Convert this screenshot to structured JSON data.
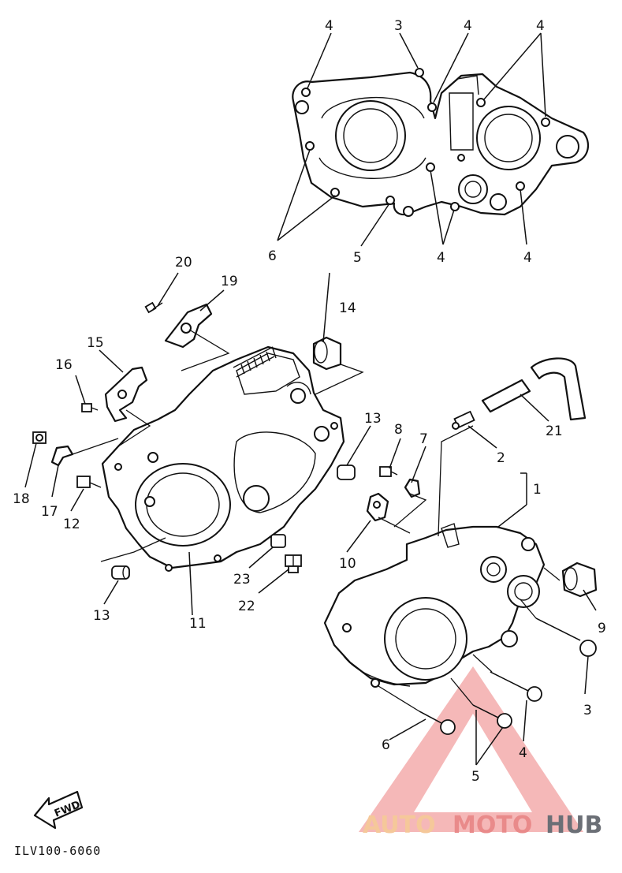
{
  "diagram": {
    "callouts": {
      "c1": "1",
      "c2": "2",
      "c3_top": "3",
      "c3_bottom": "3",
      "c4_a": "4",
      "c4_b": "4",
      "c4_c": "4",
      "c4_d": "4",
      "c4_e": "4",
      "c4_bottom": "4",
      "c5_top": "5",
      "c5_bottom": "5",
      "c6_top": "6",
      "c6_bottom": "6",
      "c7": "7",
      "c8": "8",
      "c9": "9",
      "c10": "10",
      "c11": "11",
      "c12": "12",
      "c13_a": "13",
      "c13_b": "13",
      "c14": "14",
      "c15": "15",
      "c16": "16",
      "c17": "17",
      "c18": "18",
      "c19": "19",
      "c20": "20",
      "c21": "21",
      "c22": "22",
      "c23": "23"
    },
    "fwd_label": "FWD",
    "diagram_code": "ILV100-6060"
  },
  "watermark": {
    "part_a": "AUTO",
    "part_b": "MOTO",
    "part_c": "HUB",
    "colors": {
      "auto": "#f5c89a",
      "moto": "#e98a8a",
      "hub": "#6b6f76",
      "triangle": "#f2a0a0"
    }
  }
}
